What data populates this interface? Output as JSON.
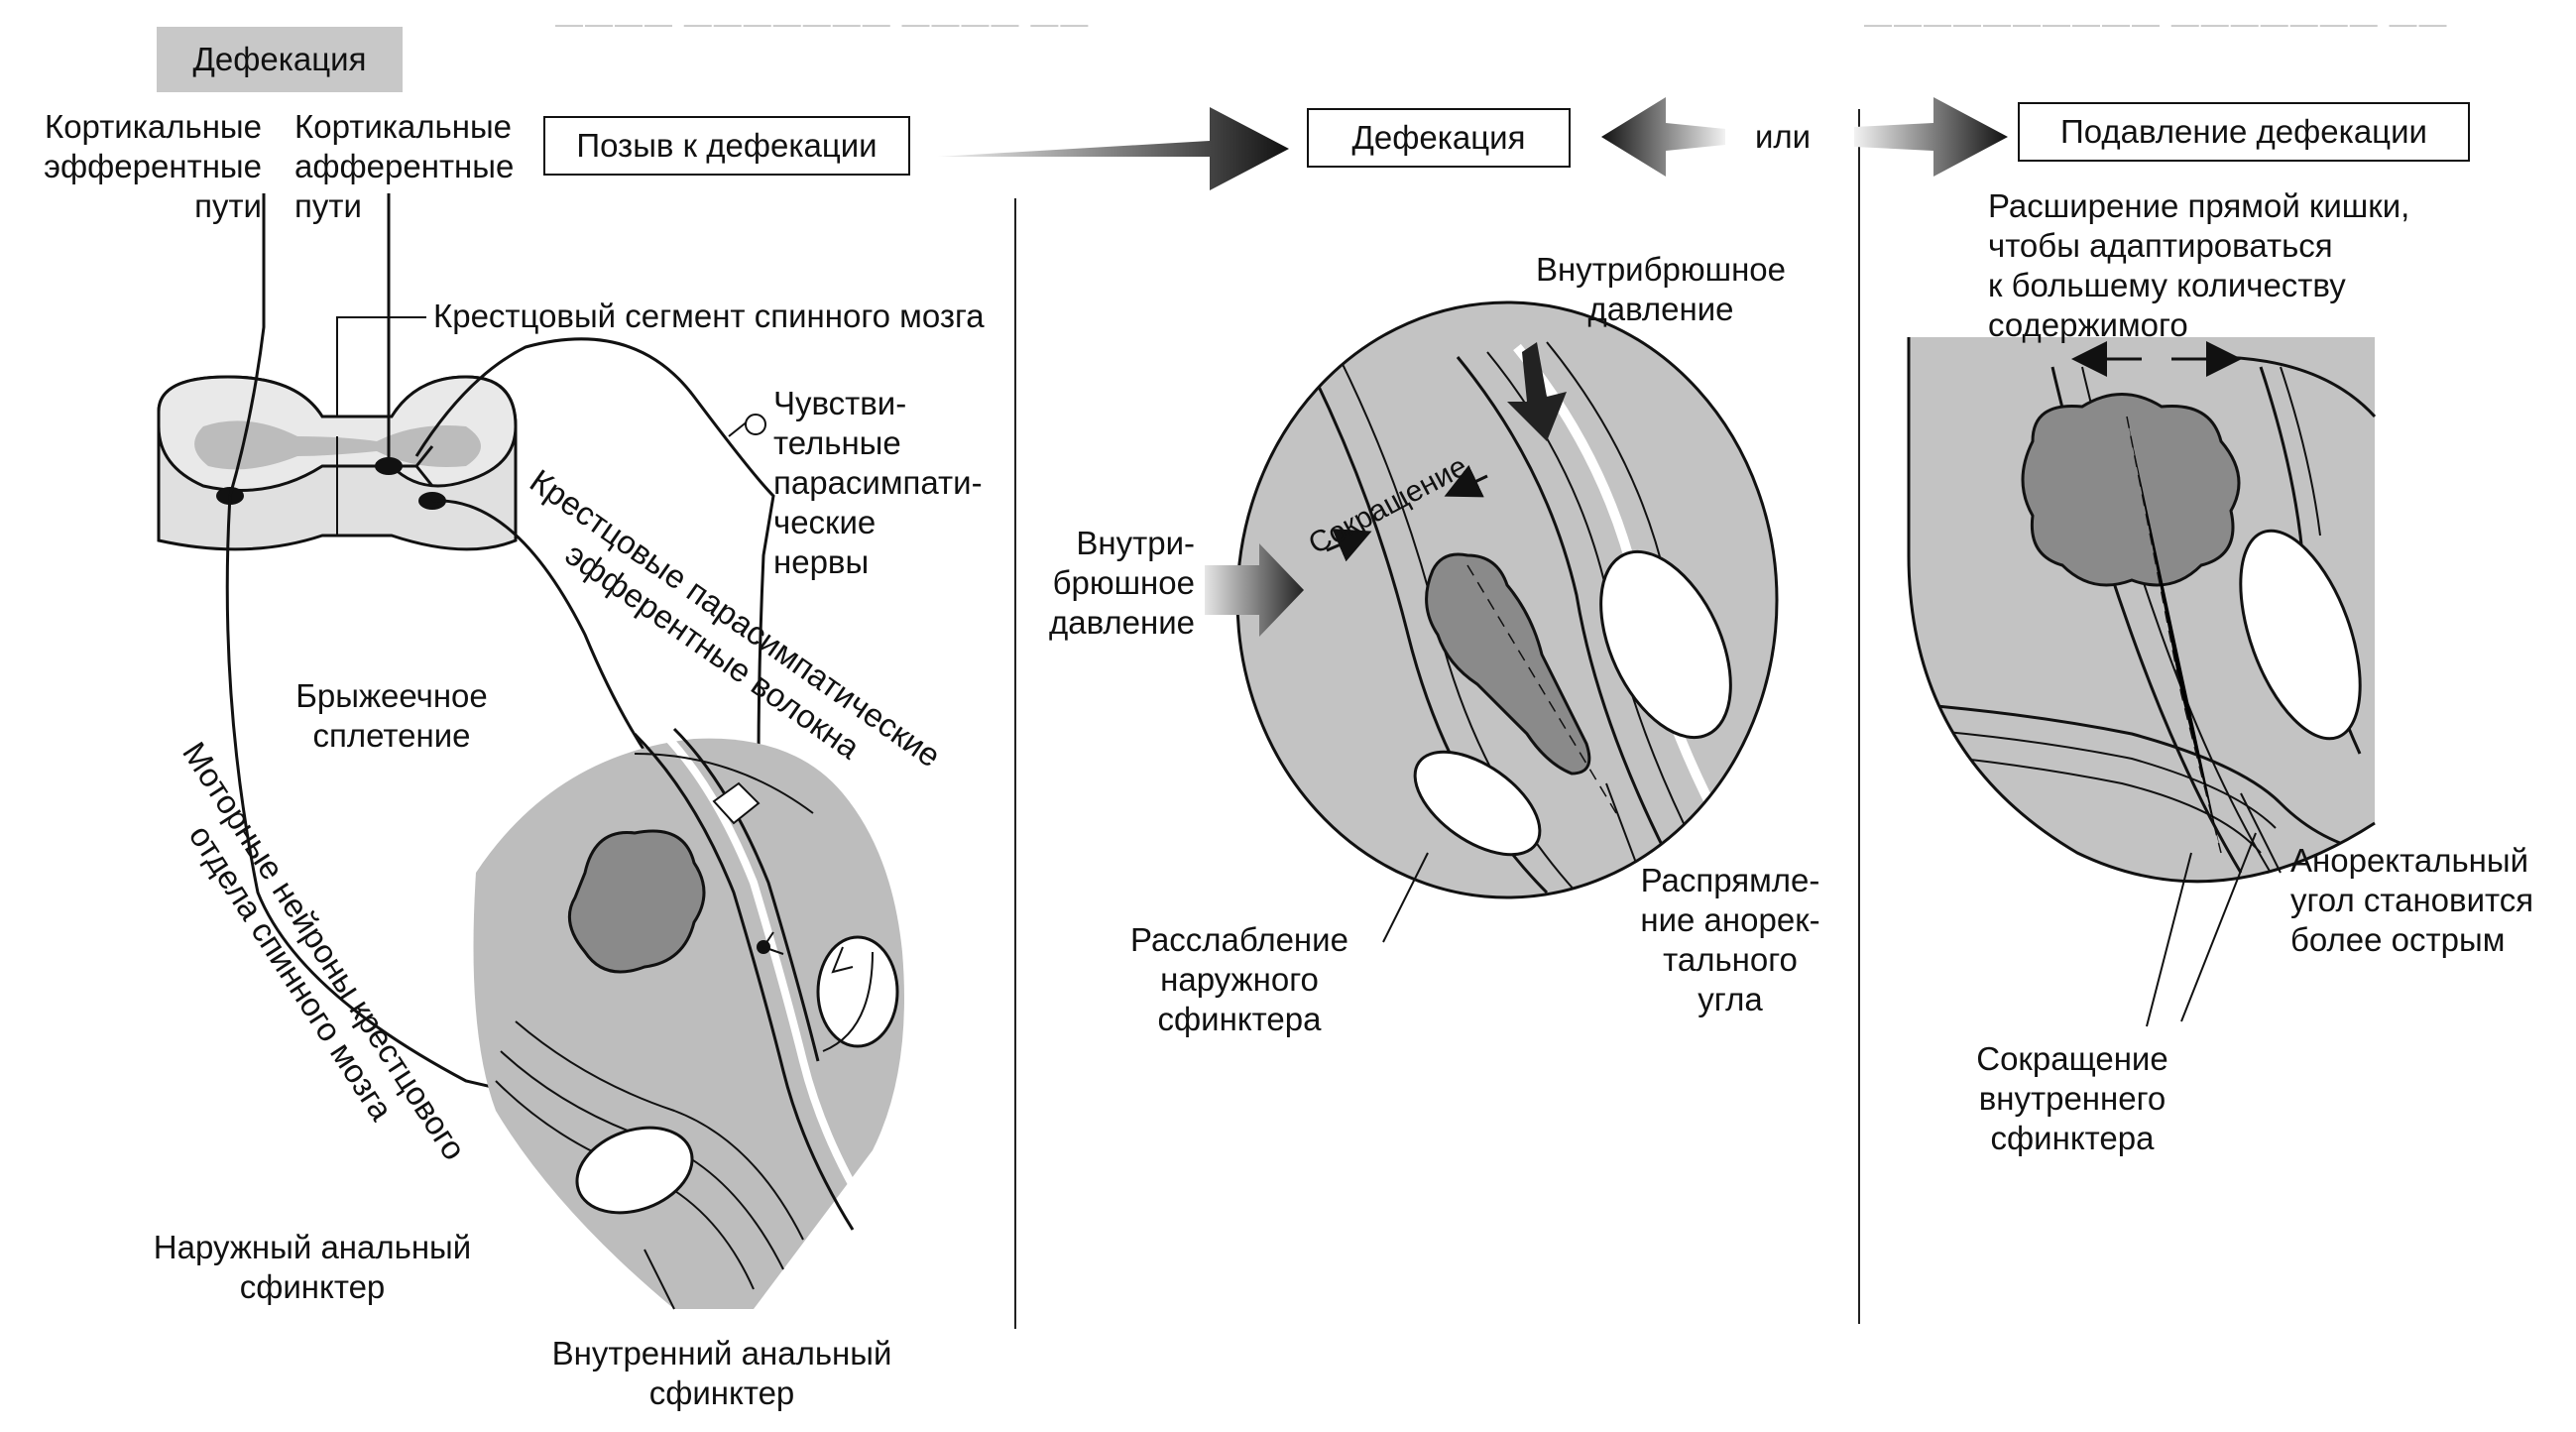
{
  "title_tag": "Дефекация",
  "flow": {
    "urge": "Позыв к дефекации",
    "defecation": "Дефекация",
    "or": "или",
    "suppression": "Подавление дефекации"
  },
  "panel1": {
    "cortical_efferent": "Кортикальные\nэфферентные\nпути",
    "cortical_afferent": "Кортикальные\nафферентные\nпути",
    "sacral_segment": "Крестцовый сегмент спинного мозга",
    "sensory_nerves": "Чувстви-\nтельные\nпарасимпати-\nческие\nнервы",
    "sacral_efferent": "Крестцовые парасимпатические\nэфферентные волокна",
    "mesenteric_plexus": "Брыжеечное\nсплетение",
    "motor_neurons": "Моторные нейроны крестцового\nотдела спинного мозга",
    "external_sphincter": "Наружный анальный\nсфинктер",
    "internal_sphincter": "Внутренний анальный\nсфинктер"
  },
  "panel2": {
    "intra_pressure_top": "Внутрибрюшное\nдавление",
    "intra_pressure_left": "Внутри-\nбрюшное\nдавление",
    "contraction": "Сокращение",
    "relax_external": "Расслабление\nнаружного\nсфинктера",
    "straighten_angle": "Распрямле-\nние анорек-\nтального\nугла"
  },
  "panel3": {
    "rectum_expansion": "Расширение прямой кишки,\nчтобы адаптироваться\nк большему количеству\nсодержимого",
    "anorectal_angle": "Аноректальный\nугол становится\nболее острым",
    "internal_contraction": "Сокращение\nвнутреннего\nсфинктера"
  },
  "colors": {
    "tag_bg": "#c8c8c8",
    "tissue": "#bdbdbd",
    "feces": "#8a8a8a",
    "ink": "#111111"
  }
}
